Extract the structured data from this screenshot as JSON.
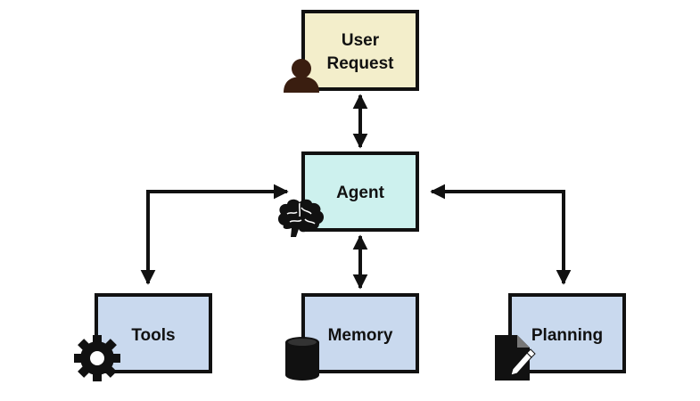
{
  "nodes": {
    "user_request": {
      "line1": "User",
      "line2": "Request",
      "icon": "person-icon",
      "fill": "#f3eecb"
    },
    "agent": {
      "label": "Agent",
      "icon": "brain-icon",
      "fill": "#cdf1ee"
    },
    "tools": {
      "label": "Tools",
      "icon": "gear-icon",
      "fill": "#c9d9ee"
    },
    "memory": {
      "label": "Memory",
      "icon": "database-icon",
      "fill": "#c9d9ee"
    },
    "planning": {
      "label": "Planning",
      "icon": "document-pencil-icon",
      "fill": "#c9d9ee"
    }
  },
  "colors": {
    "stroke": "#111111",
    "person": "#3a1e10",
    "icon_dark": "#111111"
  }
}
